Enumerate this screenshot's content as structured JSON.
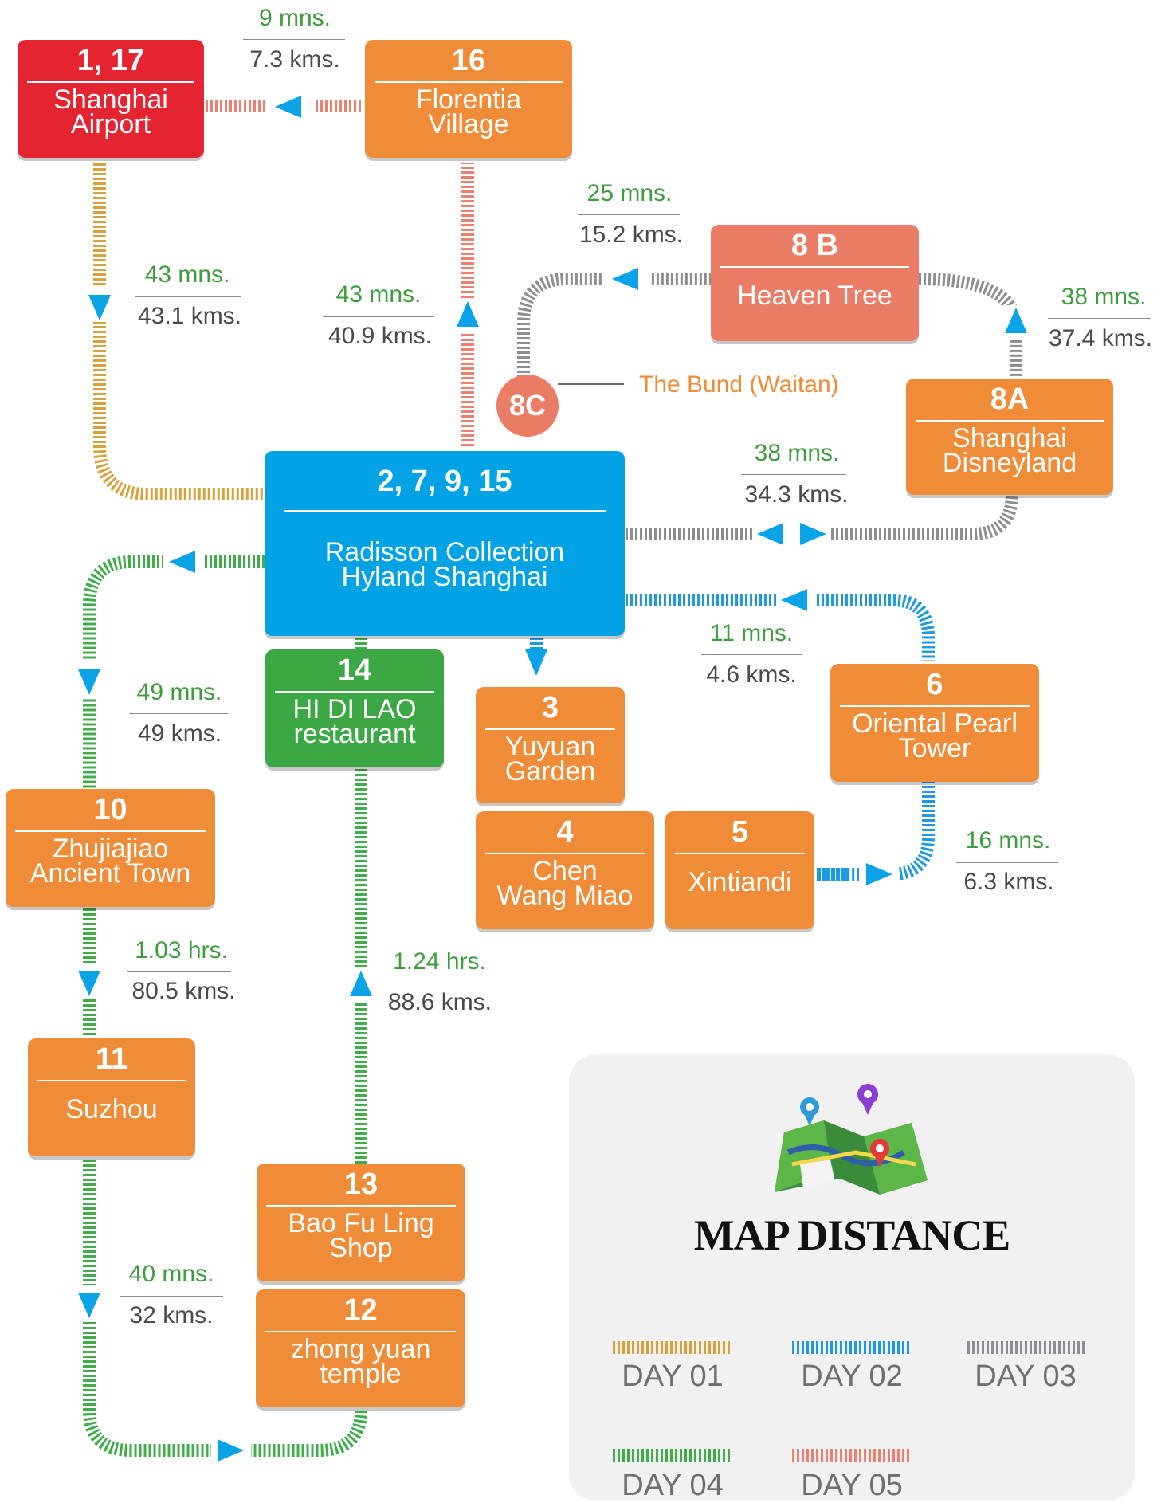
{
  "nodes": {
    "airport": {
      "num": "1, 17",
      "label": "Shanghai\nAirport"
    },
    "florentia": {
      "num": "16",
      "label": "Florentia\nVillage"
    },
    "heaven": {
      "num": "8 B",
      "label": "Heaven Tree"
    },
    "disney": {
      "num": "8A",
      "label": "Shanghai\nDisneyland"
    },
    "bund": {
      "num": "8C",
      "label": "The Bund (Waitan)"
    },
    "hotel": {
      "num": "2, 7, 9, 15",
      "label": "Radisson Collection\nHyland Shanghai"
    },
    "hidilao": {
      "num": "14",
      "label": "HI DI LAO\nrestaurant"
    },
    "yuyuan": {
      "num": "3",
      "label": "Yuyuan\nGarden"
    },
    "pearl": {
      "num": "6",
      "label": "Oriental Pearl\nTower"
    },
    "chen": {
      "num": "4",
      "label": "Chen\nWang Miao"
    },
    "xintiandi": {
      "num": "5",
      "label": "Xintiandi"
    },
    "zhujiajiao": {
      "num": "10",
      "label": "Zhujiajiao\nAncient Town"
    },
    "suzhou": {
      "num": "11",
      "label": "Suzhou"
    },
    "baofuling": {
      "num": "13",
      "label": "Bao Fu Ling\nShop"
    },
    "zhongyuan": {
      "num": "12",
      "label": "zhong yuan\ntemple"
    }
  },
  "segments": {
    "airport_florentia": {
      "time": "9  mns.",
      "dist": "7.3 kms."
    },
    "airport_hotel": {
      "time": "43  mns.",
      "dist": "43.1  kms."
    },
    "hotel_florentia": {
      "time": "43  mns.",
      "dist": "40.9 kms."
    },
    "bund_heaven": {
      "time": "25  mns.",
      "dist": "15.2 kms."
    },
    "heaven_disney": {
      "time": "38  mns.",
      "dist": "37.4  kms."
    },
    "hotel_disney": {
      "time": "38  mns.",
      "dist": "34.3  kms."
    },
    "pearl_hotel": {
      "time": "11  mns.",
      "dist": "4.6  kms."
    },
    "xintiandi_pearl": {
      "time": "16  mns.",
      "dist": "6.3  kms."
    },
    "hotel_zhujiajiao": {
      "time": "49  mns.",
      "dist": "49  kms."
    },
    "zhujiajiao_suzhou": {
      "time": "1.03 hrs.",
      "dist": "80.5  kms."
    },
    "baofuling_hidilao": {
      "time": "1.24 hrs.",
      "dist": "88.6 kms."
    },
    "suzhou_zhongyuan": {
      "time": "40 mns.",
      "dist": "32 kms."
    }
  },
  "legend": {
    "title": "MAP DISTANCE",
    "days": [
      {
        "label": "DAY 01",
        "color": "#D9A23D"
      },
      {
        "label": "DAY 02",
        "color": "#1E9BE0"
      },
      {
        "label": "DAY 03",
        "color": "#8E8E92"
      },
      {
        "label": "DAY 04",
        "color": "#3FAE49"
      },
      {
        "label": "DAY 05",
        "color": "#EE7F6E"
      }
    ]
  },
  "colors": {
    "node_orange": "#F08C37",
    "node_red": "#E42430",
    "node_blue": "#02A3E5",
    "node_green": "#3BA845",
    "node_salmon": "#EB7D67",
    "arrow_blue": "#0AA3E8",
    "time_green": "#3D9F3B"
  },
  "icons": {
    "legend_icon": "folded-map-icon"
  }
}
